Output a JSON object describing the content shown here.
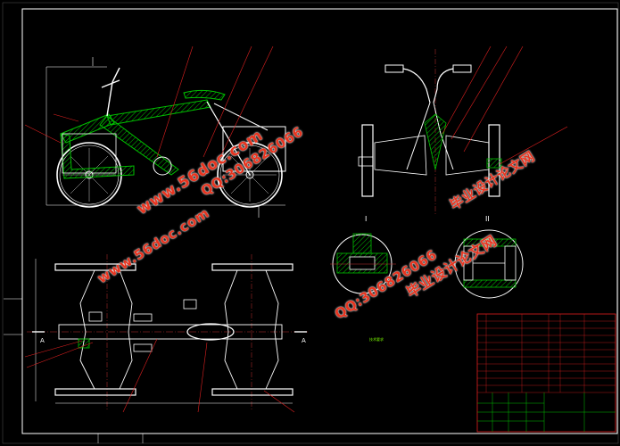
{
  "drawing": {
    "background": "#000000",
    "frame_color": "#ffffff",
    "part_color": "#ffffff",
    "hatch_color": "#00c000",
    "leader_color": "#e02020",
    "table_color": "#e02020",
    "center_color": "#c03030"
  },
  "views": {
    "section_label_1": "A",
    "section_label_2": "A",
    "detail_label_1": "I",
    "detail_label_2": "II"
  },
  "watermarks": {
    "site_1": "www.56doc.com",
    "qq_1": "QQ:306826066",
    "site_2": "www.56doc.com",
    "qq_2": "QQ:306826066",
    "brand_1": "毕业设计论文网",
    "brand_2": "毕业设计论文网"
  },
  "notes": {
    "heading": "技术要求"
  }
}
